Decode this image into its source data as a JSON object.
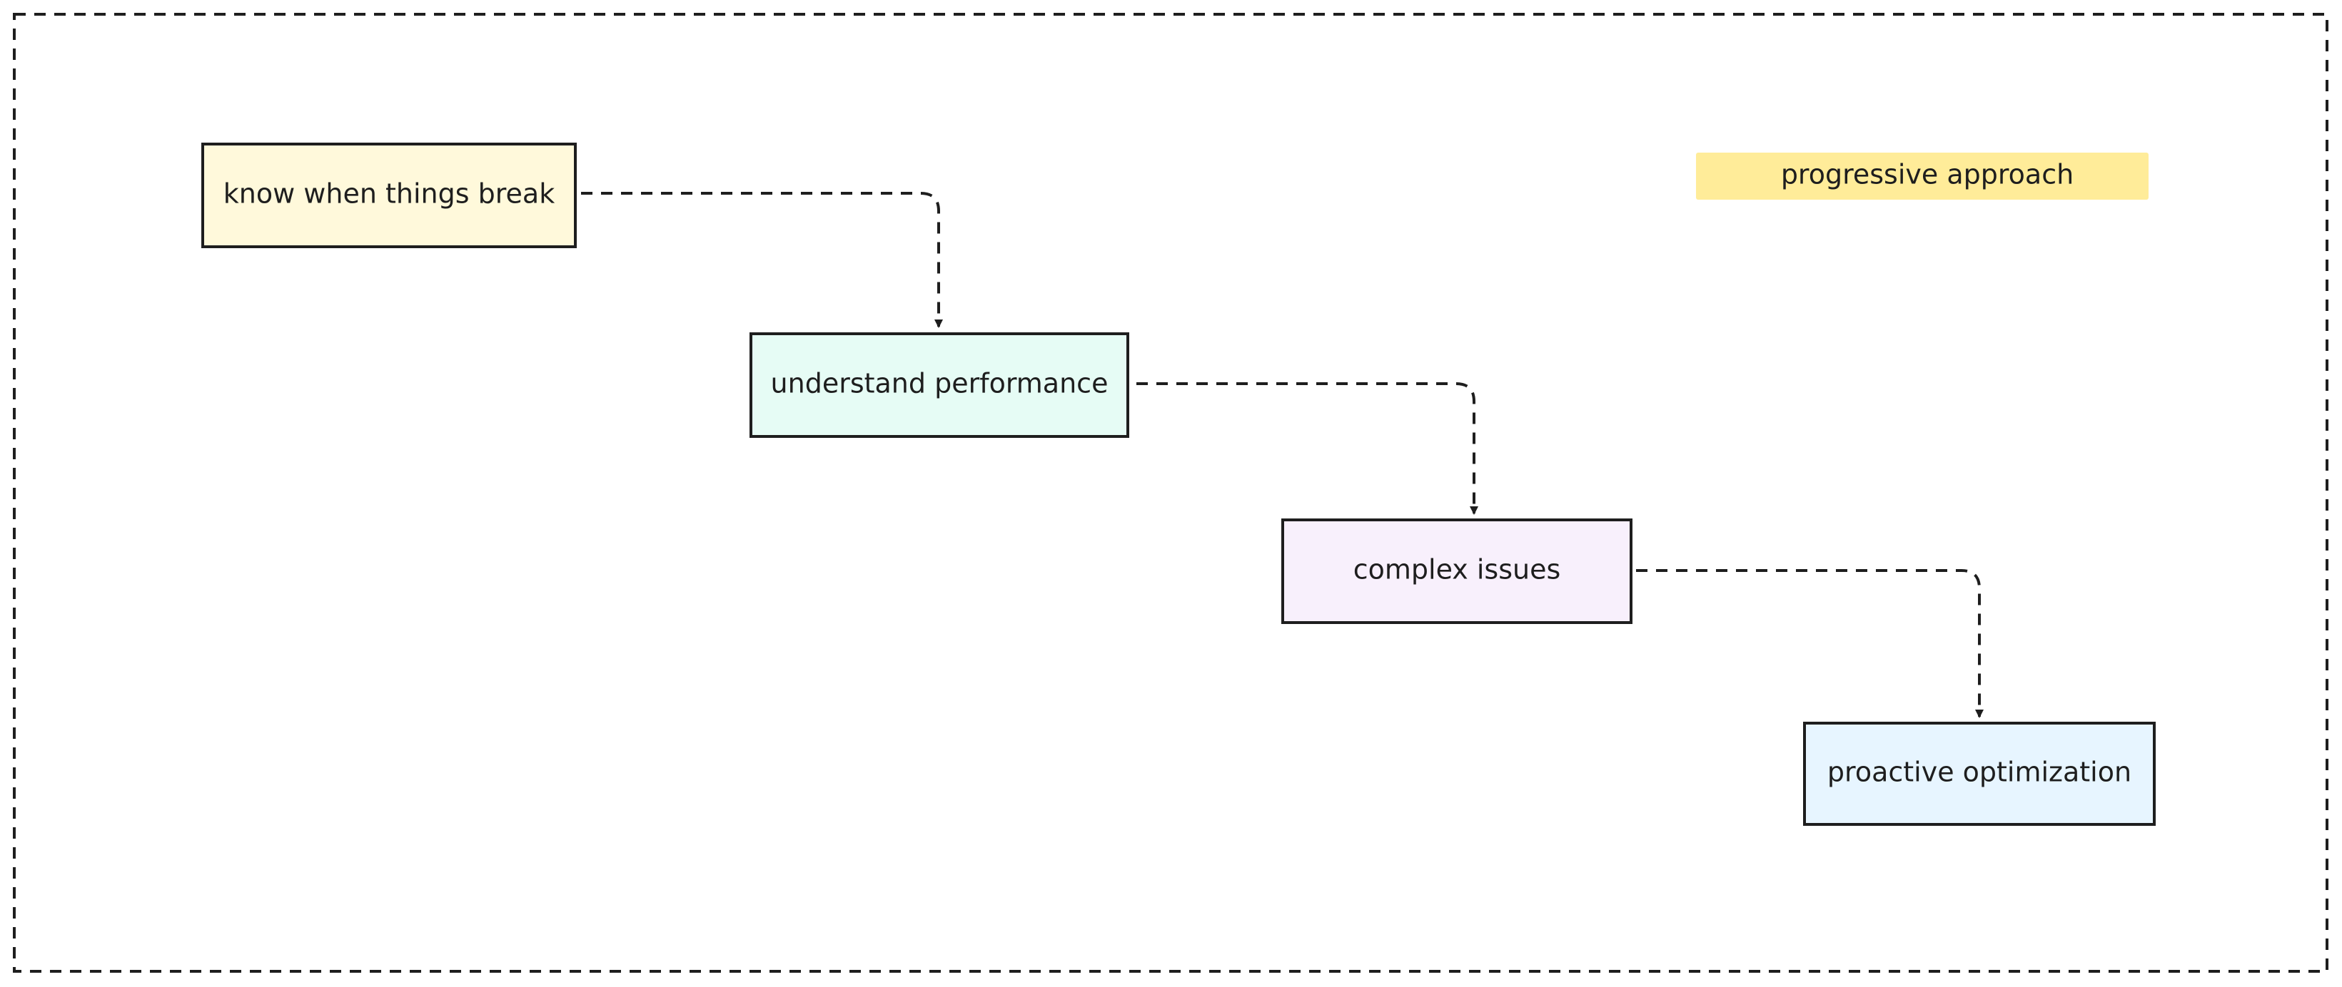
{
  "diagram": {
    "note": {
      "label": "progressive approach",
      "color": "#ffec99"
    },
    "steps": [
      {
        "id": "step-1",
        "label": "know when things break",
        "fill": "#fff9db"
      },
      {
        "id": "step-2",
        "label": "understand performance",
        "fill": "#e6fcf5"
      },
      {
        "id": "step-3",
        "label": "complex issues",
        "fill": "#f8f0fc"
      },
      {
        "id": "step-4",
        "label": "proactive optimization",
        "fill": "#e7f5ff"
      }
    ],
    "edges": [
      {
        "from": "step-1",
        "to": "step-2",
        "style": "dashed"
      },
      {
        "from": "step-2",
        "to": "step-3",
        "style": "dashed"
      },
      {
        "from": "step-3",
        "to": "step-4",
        "style": "dashed"
      }
    ],
    "stroke_color": "#1e1e1e"
  }
}
